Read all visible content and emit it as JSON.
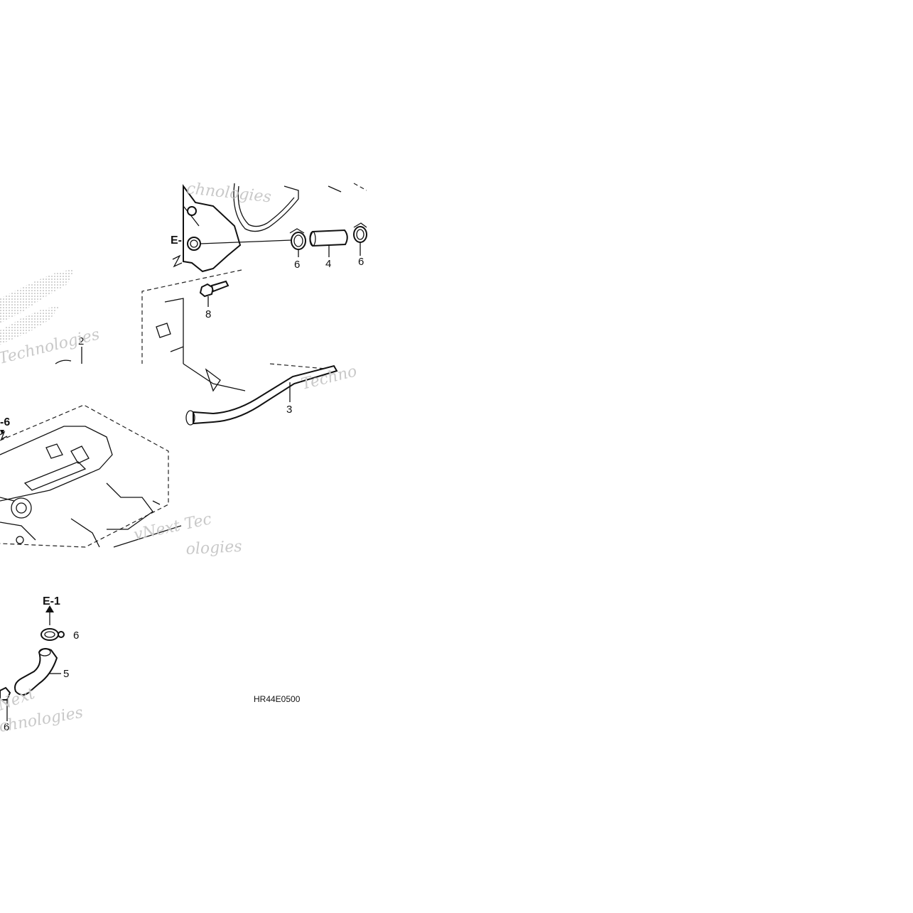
{
  "diagram": {
    "code": "HR44E0500",
    "callouts": [
      "2",
      "3",
      "4",
      "5",
      "6",
      "6",
      "6",
      "6",
      "8"
    ],
    "refs": [
      "E-1",
      "E-",
      "-6"
    ],
    "watermarks": [
      "Technologies",
      "vNext Tec",
      "ologies",
      "chnologies",
      "Techno",
      "chnologies",
      "Next"
    ]
  },
  "colors": {
    "ink": "#111111",
    "watermark": "#c9c9c9",
    "background": "#ffffff"
  }
}
